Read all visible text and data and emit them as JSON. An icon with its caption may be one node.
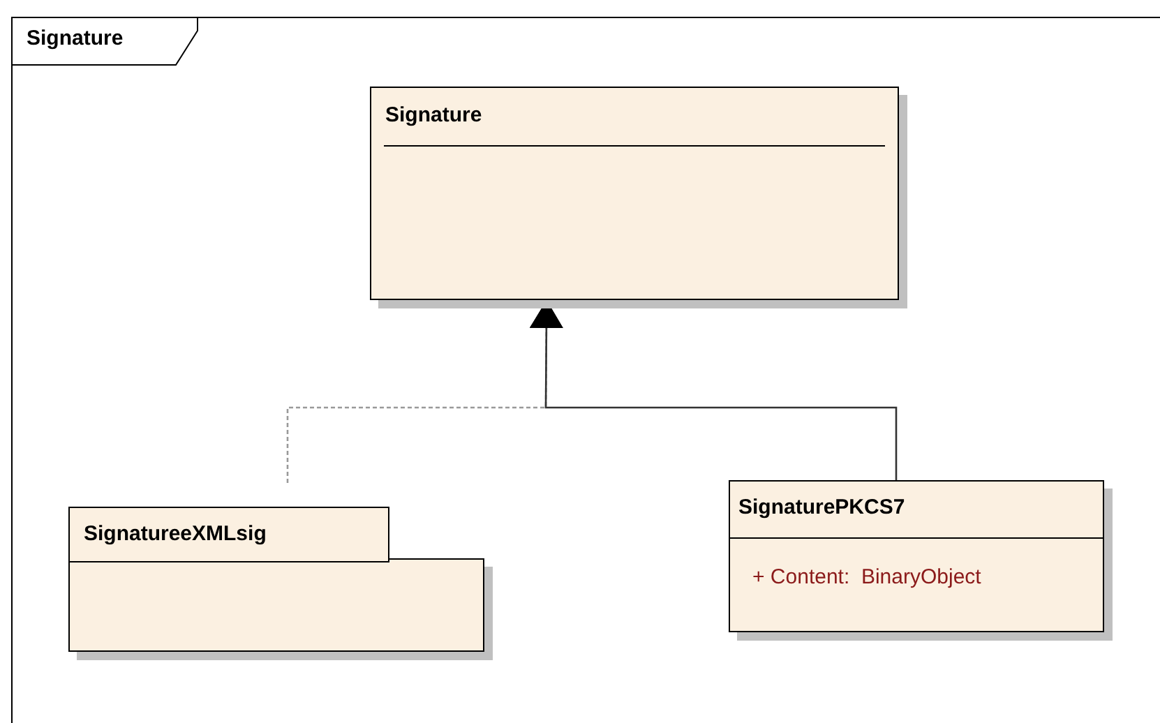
{
  "diagram": {
    "nodes": [
      {
        "text": [
          "Signature"
        ]
      },
      {
        "text": [
          "Signature"
        ],
        "in": 0
      },
      {
        "text": [
          "SignatureeXMLsig"
        ],
        "in": 0
      },
      {
        "text": [
          "SignaturePKCS7",
          "+ Content:  BinaryObject"
        ],
        "in": 0
      }
    ],
    "edges": [
      {
        "from": 2,
        "to": 1,
        "arrow": "to",
        "style": "dashed",
        "color": "#999999"
      },
      {
        "from": 3,
        "to": 1,
        "arrow": "to",
        "color": "#333333"
      }
    ]
  }
}
